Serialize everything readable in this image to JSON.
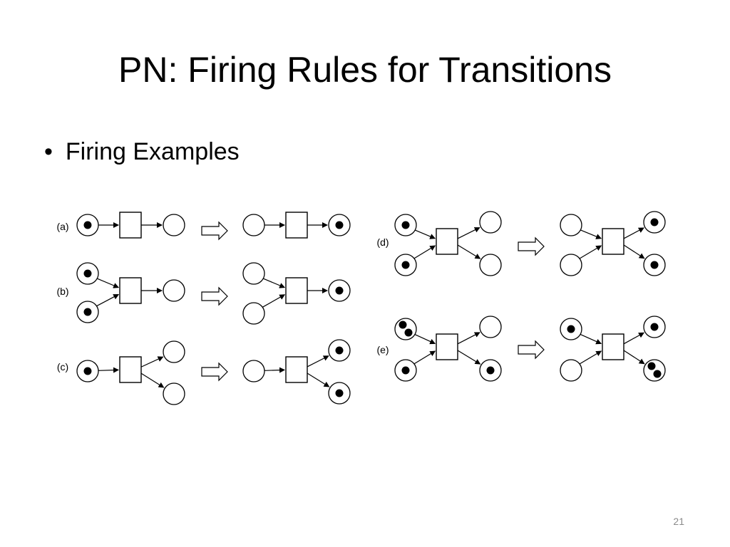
{
  "slide": {
    "title": "PN: Firing Rules for Transitions",
    "bullet": "Firing Examples",
    "page_number": "21"
  },
  "diagram": {
    "examples": [
      {
        "label": "(a)",
        "before": {
          "inputs": [
            1
          ],
          "outputs": [
            0
          ]
        },
        "after": {
          "inputs": [
            0
          ],
          "outputs": [
            1
          ]
        }
      },
      {
        "label": "(b)",
        "before": {
          "inputs": [
            1,
            1
          ],
          "outputs": [
            0
          ]
        },
        "after": {
          "inputs": [
            0,
            0
          ],
          "outputs": [
            1
          ]
        }
      },
      {
        "label": "(c)",
        "before": {
          "inputs": [
            1
          ],
          "outputs": [
            0,
            0
          ]
        },
        "after": {
          "inputs": [
            0
          ],
          "outputs": [
            1,
            1
          ]
        }
      },
      {
        "label": "(d)",
        "before": {
          "inputs": [
            1,
            1
          ],
          "outputs": [
            0,
            0
          ]
        },
        "after": {
          "inputs": [
            0,
            0
          ],
          "outputs": [
            1,
            1
          ]
        }
      },
      {
        "label": "(e)",
        "before": {
          "inputs": [
            2,
            1
          ],
          "outputs": [
            0,
            1
          ]
        },
        "after": {
          "inputs": [
            1,
            0
          ],
          "outputs": [
            1,
            2
          ]
        }
      }
    ]
  }
}
